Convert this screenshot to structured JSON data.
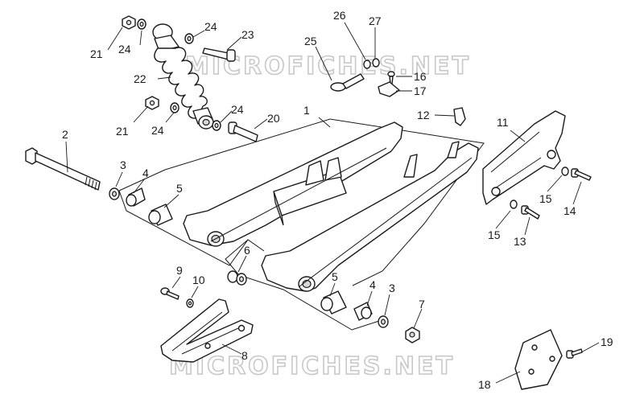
{
  "watermark": "MICROFICHES.NET",
  "callouts": [
    {
      "id": "c1",
      "label": "1"
    },
    {
      "id": "c2",
      "label": "2"
    },
    {
      "id": "c3a",
      "label": "3"
    },
    {
      "id": "c3b",
      "label": "3"
    },
    {
      "id": "c4a",
      "label": "4"
    },
    {
      "id": "c4b",
      "label": "4"
    },
    {
      "id": "c5a",
      "label": "5"
    },
    {
      "id": "c5b",
      "label": "5"
    },
    {
      "id": "c6",
      "label": "6"
    },
    {
      "id": "c7",
      "label": "7"
    },
    {
      "id": "c8",
      "label": "8"
    },
    {
      "id": "c9",
      "label": "9"
    },
    {
      "id": "c10",
      "label": "10"
    },
    {
      "id": "c11",
      "label": "11"
    },
    {
      "id": "c12",
      "label": "12"
    },
    {
      "id": "c13",
      "label": "13"
    },
    {
      "id": "c14",
      "label": "14"
    },
    {
      "id": "c15a",
      "label": "15"
    },
    {
      "id": "c15b",
      "label": "15"
    },
    {
      "id": "c16",
      "label": "16"
    },
    {
      "id": "c17",
      "label": "17"
    },
    {
      "id": "c18",
      "label": "18"
    },
    {
      "id": "c19",
      "label": "19"
    },
    {
      "id": "c20",
      "label": "20"
    },
    {
      "id": "c21a",
      "label": "21"
    },
    {
      "id": "c21b",
      "label": "21"
    },
    {
      "id": "c22",
      "label": "22"
    },
    {
      "id": "c23",
      "label": "23"
    },
    {
      "id": "c24a",
      "label": "24"
    },
    {
      "id": "c24b",
      "label": "24"
    },
    {
      "id": "c24c",
      "label": "24"
    },
    {
      "id": "c24d",
      "label": "24"
    },
    {
      "id": "c25",
      "label": "25"
    },
    {
      "id": "c26",
      "label": "26"
    },
    {
      "id": "c27",
      "label": "27"
    }
  ]
}
